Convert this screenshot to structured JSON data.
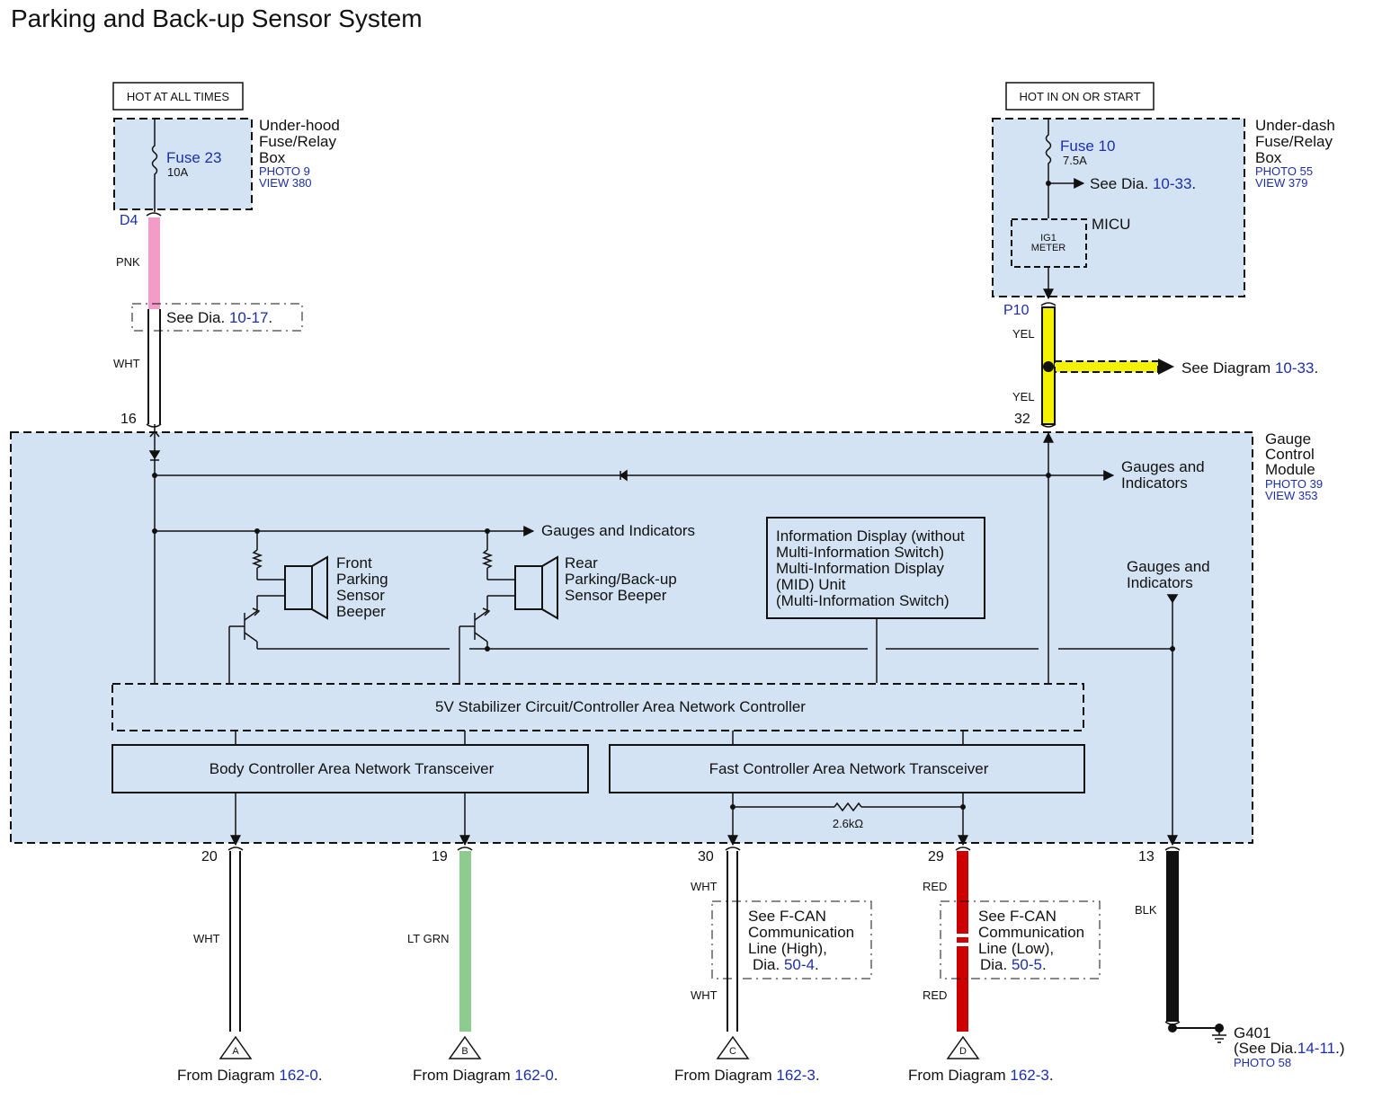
{
  "title": "Parking and Back-up Sensor System",
  "power": {
    "left_label": "HOT AT ALL TIMES",
    "right_label": "HOT IN ON OR START"
  },
  "underhood_box": {
    "name_lines": [
      "Under-hood",
      "Fuse/Relay",
      "Box"
    ],
    "photo": "PHOTO 9",
    "view": "VIEW 380",
    "fuse": "Fuse 23",
    "rating": "10A",
    "connector": "D4"
  },
  "underdash_box": {
    "name_lines": [
      "Under-dash",
      "Fuse/Relay",
      "Box"
    ],
    "photo": "PHOTO 55",
    "view": "VIEW 379",
    "fuse": "Fuse 10",
    "rating": "7.5A",
    "see_prefix": "See Dia.",
    "see_ref": "10-33",
    "micu": "MICU",
    "micu_inner_1": "IG1",
    "micu_inner_2": "METER",
    "connector": "P10"
  },
  "left_feed": {
    "wire_top": "PNK",
    "see_prefix": "See Dia.",
    "see_ref": "10-17",
    "wire_bottom": "WHT",
    "pin": "16"
  },
  "right_feed": {
    "wire_top": "YEL",
    "see_prefix": "See Diagram",
    "see_ref": "10-33",
    "wire_bottom": "YEL",
    "pin": "32"
  },
  "gauge_module": {
    "name_lines": [
      "Gauge",
      "Control",
      "Module"
    ],
    "photo": "PHOTO 39",
    "view": "VIEW 353",
    "gauges_top": [
      "Gauges and",
      "Indicators"
    ],
    "gauges_mid": "Gauges and Indicators",
    "gauges_right": [
      "Gauges and",
      "Indicators"
    ],
    "front_beeper": [
      "Front",
      "Parking",
      "Sensor",
      "Beeper"
    ],
    "rear_beeper": [
      "Rear",
      "Parking/Back-up",
      "Sensor Beeper"
    ],
    "info_display": [
      "Information Display (without",
      "Multi-Information Switch)",
      "Multi-Information Display",
      "(MID) Unit",
      "(Multi-Information Switch)"
    ],
    "stabilizer": "5V Stabilizer Circuit/Controller Area Network Controller",
    "body_can": "Body Controller Area Network Transceiver",
    "fast_can": "Fast Controller Area Network Transceiver",
    "resistor": "2.6kΩ"
  },
  "outputs": [
    {
      "pin": "20",
      "wire": "WHT",
      "marker": "A",
      "from_prefix": "From Diagram",
      "from_ref": "162-0"
    },
    {
      "pin": "19",
      "wire": "LT GRN",
      "marker": "B",
      "from_prefix": "From Diagram",
      "from_ref": "162-0"
    },
    {
      "pin": "30",
      "wire_top": "WHT",
      "wire_bottom": "WHT",
      "marker": "C",
      "from_prefix": "From Diagram",
      "from_ref": "162-3",
      "note": [
        "See F-CAN",
        "Communication",
        "Line (High),",
        "Dia."
      ],
      "note_ref": "50-4"
    },
    {
      "pin": "29",
      "wire_top": "RED",
      "wire_bottom": "RED",
      "marker": "D",
      "from_prefix": "From Diagram",
      "from_ref": "162-3",
      "note": [
        "See F-CAN",
        "Communication",
        "Line (Low),",
        "Dia."
      ],
      "note_ref": "50-5"
    },
    {
      "pin": "13",
      "wire": "BLK"
    }
  ],
  "ground": {
    "name": "G401",
    "see_prefix": "(See Dia.",
    "see_ref": "14-11",
    "see_suffix": ".)",
    "photo": "PHOTO 58"
  },
  "colors": {
    "module_fill": "#d3e3f3",
    "pnk": "#f39cc8",
    "yel": "#f5f200",
    "ltgrn": "#8ecb8e",
    "red": "#cc0000",
    "blk": "#111111",
    "ref_blue": "#1c2fa8"
  }
}
